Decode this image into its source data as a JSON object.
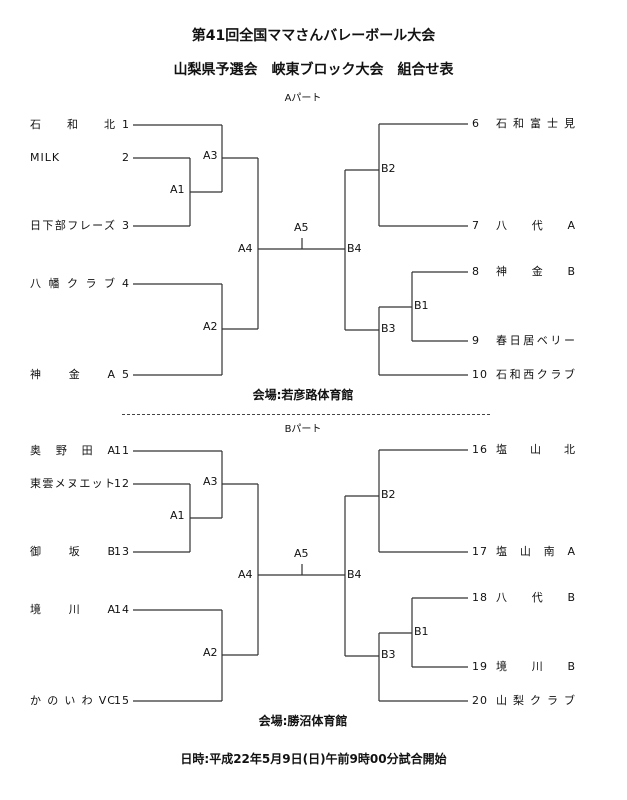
{
  "title": "第41回全国ママさんバレーボール大会",
  "subtitle": "山梨県予選会　峡東ブロック大会　組合せ表",
  "parts": [
    {
      "label": "Aパート",
      "venue": "会場:若彦路体育館",
      "left_teams": [
        {
          "seed": "1",
          "name": "石和北"
        },
        {
          "seed": "2",
          "name": "MILK"
        },
        {
          "seed": "3",
          "name": "日下部フレーズ"
        },
        {
          "seed": "4",
          "name": "八幡クラブ"
        },
        {
          "seed": "5",
          "name": "神金A"
        }
      ],
      "right_teams": [
        {
          "seed": "6",
          "name": "石和富士見"
        },
        {
          "seed": "7",
          "name": "八代A"
        },
        {
          "seed": "8",
          "name": "神金B"
        },
        {
          "seed": "9",
          "name": "春日居ベリー"
        },
        {
          "seed": "10",
          "name": "石和西クラブ"
        }
      ],
      "matches": {
        "a1": "A1",
        "a2": "A2",
        "a3": "A3",
        "a4": "A4",
        "a5": "A5",
        "b1": "B1",
        "b2": "B2",
        "b3": "B3",
        "b4": "B4"
      }
    },
    {
      "label": "Bパート",
      "venue": "会場:勝沼体育館",
      "left_teams": [
        {
          "seed": "11",
          "name": "奥野田A"
        },
        {
          "seed": "12",
          "name": "東雲メヌエット"
        },
        {
          "seed": "13",
          "name": "御坂B"
        },
        {
          "seed": "14",
          "name": "境川A"
        },
        {
          "seed": "15",
          "name": "かのいわVC"
        }
      ],
      "right_teams": [
        {
          "seed": "16",
          "name": "塩山北"
        },
        {
          "seed": "17",
          "name": "塩山南A"
        },
        {
          "seed": "18",
          "name": "八代B"
        },
        {
          "seed": "19",
          "name": "境川B"
        },
        {
          "seed": "20",
          "name": "山梨クラブ"
        }
      ],
      "matches": {
        "a1": "A1",
        "a2": "A2",
        "a3": "A3",
        "a4": "A4",
        "a5": "A5",
        "b1": "B1",
        "b2": "B2",
        "b3": "B3",
        "b4": "B4"
      }
    }
  ],
  "footer": "日時:平成22年5月9日(日)午前9時00分試合開始"
}
